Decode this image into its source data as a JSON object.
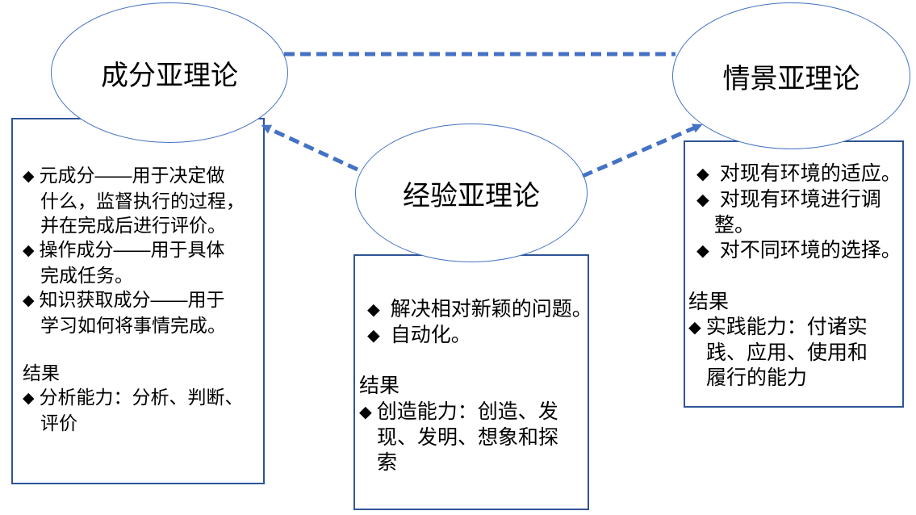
{
  "diagram": {
    "colors": {
      "connector": "#4472C4",
      "ellipse_border": "#4472C4",
      "box_border": "#2F5496",
      "text": "#000000"
    },
    "bullet_glyph": "◆",
    "ellipses": [
      {
        "id": "component",
        "label": "成分亚理论"
      },
      {
        "id": "experiential",
        "label": "经验亚理论"
      },
      {
        "id": "contextual",
        "label": "情景亚理论"
      }
    ],
    "boxes": [
      {
        "id": "component-details",
        "lines": [
          {
            "k": "b",
            "t": "元成分——用于决定做"
          },
          {
            "k": "i",
            "t": "什么，监督执行的过程，"
          },
          {
            "k": "i",
            "t": "并在完成后进行评价。"
          },
          {
            "k": "b",
            "t": "操作成分——用于具体"
          },
          {
            "k": "i",
            "t": "完成任务。"
          },
          {
            "k": "b",
            "t": "知识获取成分——用于"
          },
          {
            "k": "i",
            "t": "学习如何将事情完成。"
          },
          {
            "k": "blank",
            "t": ""
          },
          {
            "k": "p",
            "t": "结果"
          },
          {
            "k": "b",
            "t": "分析能力：分析、判断、"
          },
          {
            "k": "i",
            "t": "评价"
          }
        ]
      },
      {
        "id": "experiential-details",
        "lines": [
          {
            "k": "bw",
            "t": "解决相对新颖的问题。"
          },
          {
            "k": "bw",
            "t": "自动化。"
          },
          {
            "k": "blank",
            "t": ""
          },
          {
            "k": "p",
            "t": "结果"
          },
          {
            "k": "b",
            "t": "创造能力：创造、发"
          },
          {
            "k": "i",
            "t": "现、发明、想象和探"
          },
          {
            "k": "i",
            "t": "索"
          }
        ]
      },
      {
        "id": "contextual-details",
        "lines": [
          {
            "k": "bw",
            "t": "对现有环境的适应。"
          },
          {
            "k": "bw",
            "t": "对现有环境进行调"
          },
          {
            "k": "iw",
            "t": "整。"
          },
          {
            "k": "bw",
            "t": "对不同环境的选择。"
          },
          {
            "k": "blank",
            "t": ""
          },
          {
            "k": "p",
            "t": "结果"
          },
          {
            "k": "b",
            "t": "实践能力：付诸实"
          },
          {
            "k": "i",
            "t": "践、应用、使用和"
          },
          {
            "k": "i",
            "t": "履行的能力"
          }
        ]
      }
    ]
  }
}
